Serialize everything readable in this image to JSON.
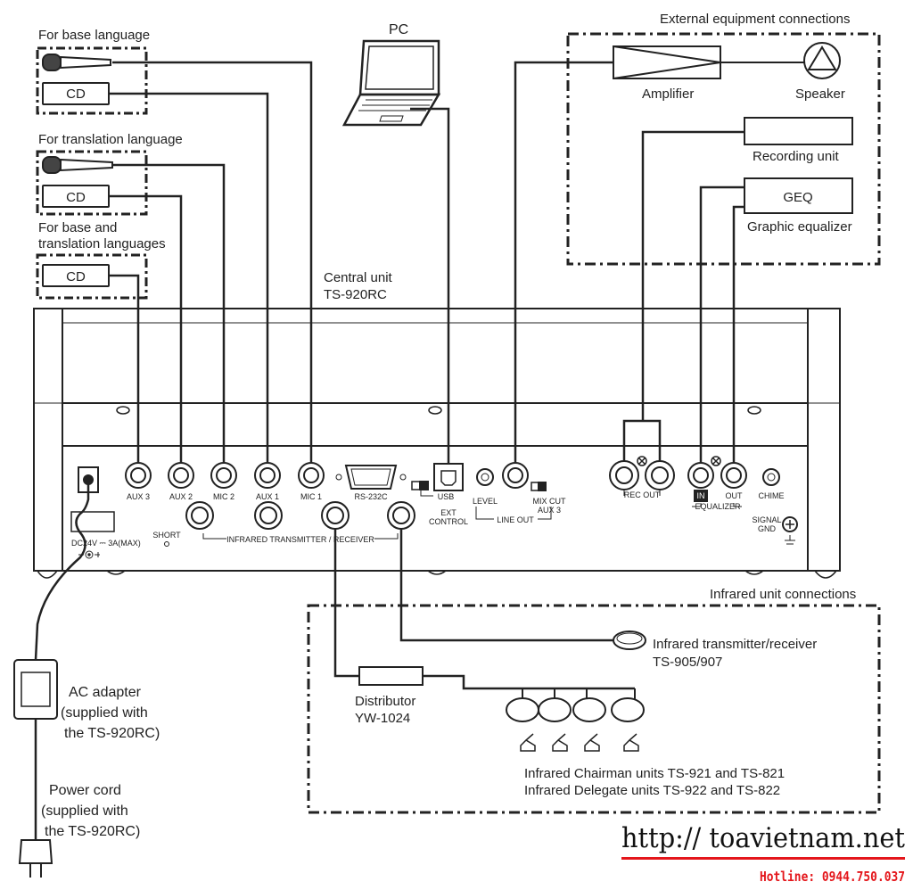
{
  "labels": {
    "for_base_language": "For base language",
    "for_translation_language": "For translation language",
    "for_both_line1": "For base and",
    "for_both_line2": "translation languages",
    "cd": "CD",
    "pc": "PC",
    "external_title": "External equipment connections",
    "amplifier": "Amplifier",
    "speaker": "Speaker",
    "recording_unit": "Recording unit",
    "geq": "GEQ",
    "graphic_equalizer": "Graphic equalizer",
    "central_unit_line1": "Central unit",
    "central_unit_line2": "TS-920RC",
    "infrared_title": "Infrared unit connections",
    "ir_transceiver_line1": "Infrared transmitter/receiver",
    "ir_transceiver_line2": "TS-905/907",
    "distributor_line1": "Distributor",
    "distributor_line2": "YW-1024",
    "chairman_units": "Infrared Chairman units TS-921 and TS-821",
    "delegate_units": "Infrared Delegate units TS-922 and TS-822",
    "ac_adapter_line1": "AC adapter",
    "ac_adapter_line2": "(supplied with",
    "ac_adapter_line3": "the TS-920RC)",
    "power_cord_line1": "Power cord",
    "power_cord_line2": "(supplied with",
    "power_cord_line3": "the TS-920RC)"
  },
  "panel": {
    "aux3": "AUX 3",
    "aux2": "AUX 2",
    "mic2": "MIC 2",
    "aux1": "AUX 1",
    "mic1": "MIC 1",
    "rs232c": "RS-232C",
    "usb": "USB",
    "ext": "EXT",
    "control": "CONTROL",
    "level": "LEVEL",
    "line_out": "LINE OUT",
    "mix_cut": "MIX CUT",
    "aux3_small": "AUX 3",
    "rec_out": "REC OUT",
    "in": "IN",
    "out": "OUT",
    "equalizer": "EQUALIZER",
    "chime": "CHIME",
    "signal": "SIGNAL",
    "gnd": "GND",
    "short": "SHORT",
    "ir_txrx": "INFRARED TRANSMITTER / RECEIVER",
    "dc_rating": "DC24V ⎓ 3A(MAX)"
  },
  "watermark": {
    "url": "http:// toavietnam.net",
    "hotline": "Hotline: 0944.750.037",
    "accent_color": "#e4161b"
  }
}
